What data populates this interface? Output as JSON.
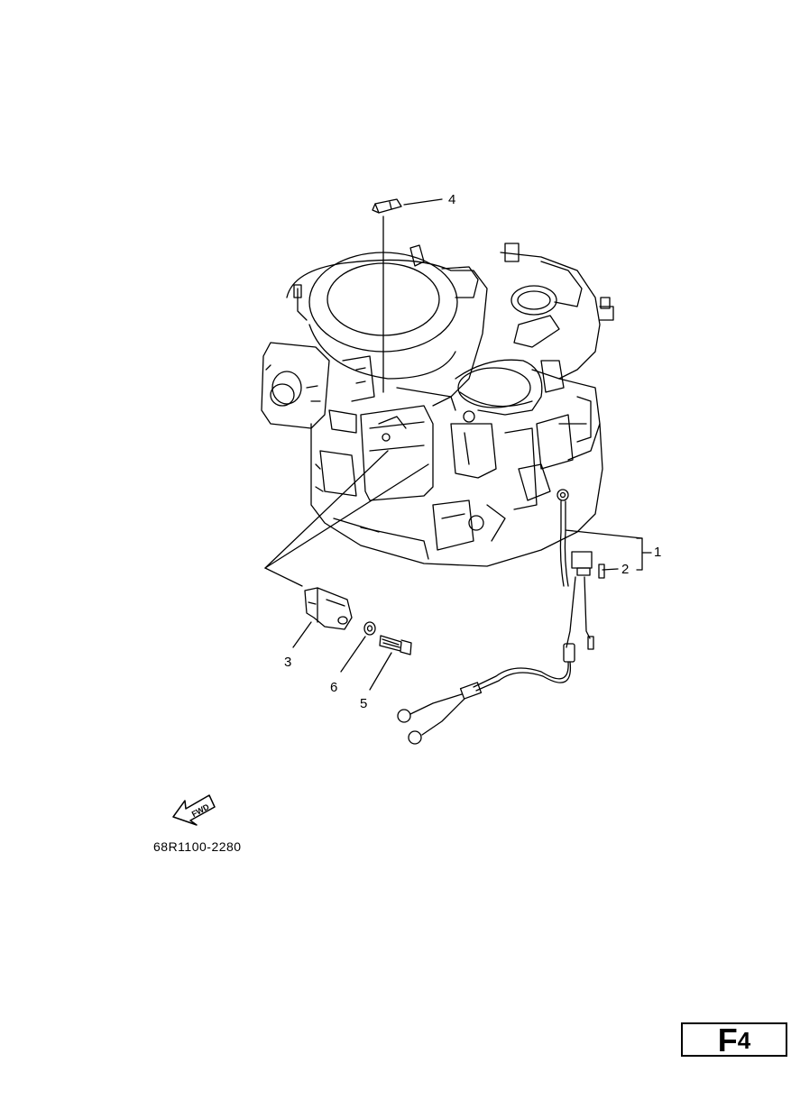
{
  "callouts": {
    "c1": "1",
    "c2": "2",
    "c3": "3",
    "c4": "4",
    "c5": "5",
    "c6": "6"
  },
  "fwd_label": "FWD",
  "part_number": "68R1100-2280",
  "page": {
    "letter": "F",
    "number": "4"
  }
}
